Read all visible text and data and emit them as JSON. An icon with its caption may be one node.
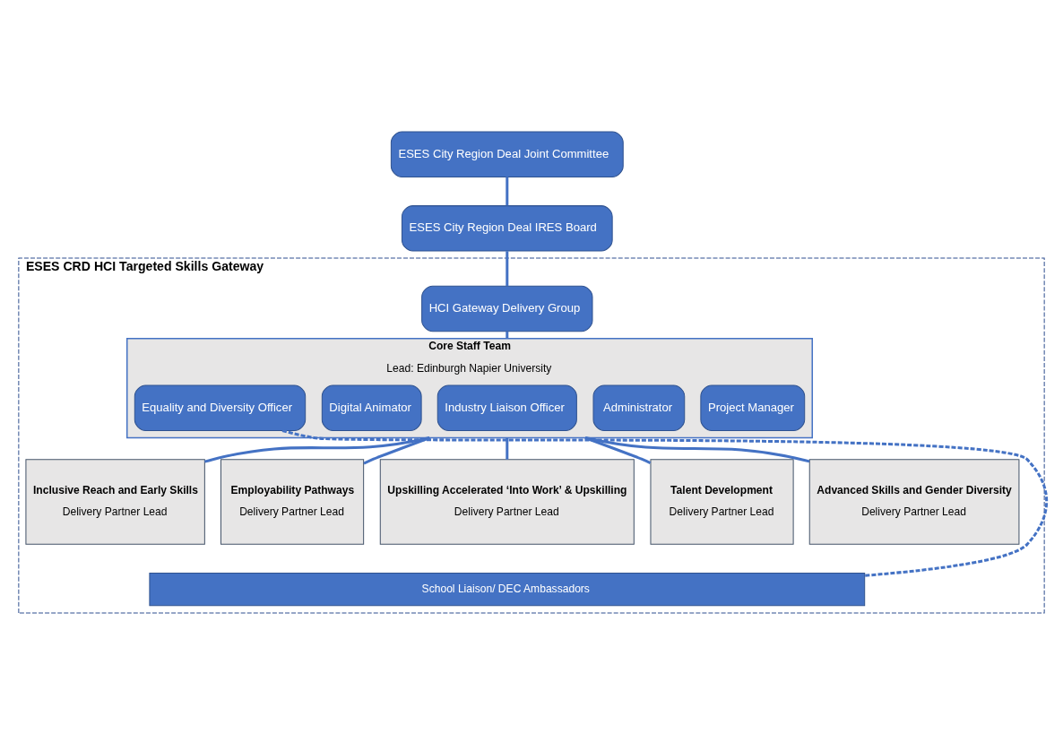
{
  "diagram": {
    "nodes": [
      {
        "text": [
          "ESES City Region Deal Joint Committee"
        ]
      },
      {
        "text": [
          "ESES City Region Deal IRES Board"
        ]
      },
      {
        "text": [
          "ESES CRD HCI Targeted Skills Gateway"
        ]
      },
      {
        "text": [
          "HCI Gateway Delivery Group"
        ],
        "in": 2
      },
      {
        "text": [
          "Core Staff Team",
          "Lead: Edinburgh Napier University"
        ],
        "in": 2
      },
      {
        "text": [
          "Project Manager"
        ],
        "in": 4
      },
      {
        "text": [
          "Administrator"
        ],
        "in": 4
      },
      {
        "text": [
          "Industry Liaison Officer"
        ],
        "in": 4
      },
      {
        "text": [
          "Digital Animator"
        ],
        "in": 4
      },
      {
        "text": [
          "Equality and Diversity Officer"
        ],
        "in": 4
      },
      {
        "text": [
          "Inclusive Reach and Early Skills",
          "Delivery Partner Lead"
        ],
        "in": 2
      },
      {
        "text": [
          "Employability Pathways",
          "Delivery Partner Lead"
        ],
        "in": 2
      },
      {
        "text": [
          "Upskilling Accelerated ‘Into Work’ & Upskilling",
          "Delivery Partner Lead"
        ],
        "in": 2
      },
      {
        "text": [
          "Talent Development",
          "Delivery Partner Lead"
        ],
        "in": 2
      },
      {
        "text": [
          "Advanced Skills and Gender Diversity",
          "Delivery Partner Lead"
        ],
        "in": 2
      },
      {
        "text": [
          "School Liaison/ DEC Ambassadors"
        ],
        "in": 2
      }
    ],
    "edges": [
      {
        "from": 0,
        "to": 1,
        "arrow": "none"
      },
      {
        "from": 1,
        "to": 3,
        "arrow": "none"
      },
      {
        "from": 3,
        "to": 4,
        "arrow": "none"
      },
      {
        "from": 4,
        "to": 10,
        "arrow": "none"
      },
      {
        "from": 4,
        "to": 11,
        "arrow": "none"
      },
      {
        "from": 4,
        "to": 12,
        "arrow": "none"
      },
      {
        "from": 4,
        "to": 13,
        "arrow": "none"
      },
      {
        "from": 4,
        "to": 14,
        "arrow": "none"
      },
      {
        "from": 9,
        "to": 15,
        "arrow": "none",
        "style": "dashed"
      }
    ]
  }
}
